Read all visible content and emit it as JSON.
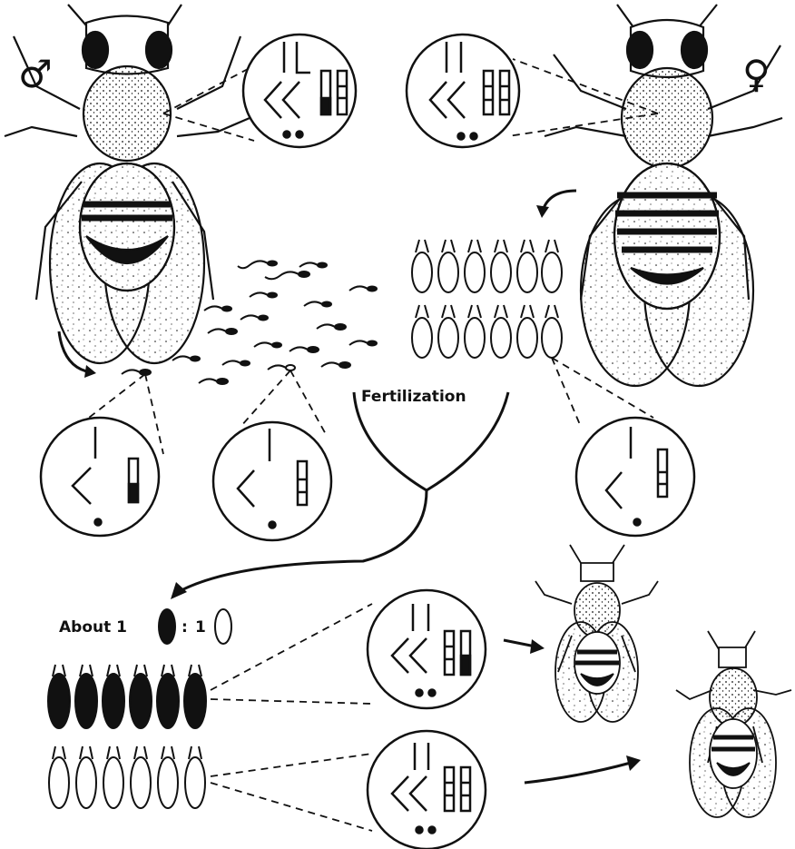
{
  "symbols": {
    "male": "♂",
    "female": "♀"
  },
  "labels": {
    "fertilization": "Fertilization",
    "ratio_prefix": "About 1",
    "ratio_sep": ":",
    "ratio_suffix": "1"
  },
  "colors": {
    "ink": "#111111",
    "paper": "#ffffff"
  }
}
